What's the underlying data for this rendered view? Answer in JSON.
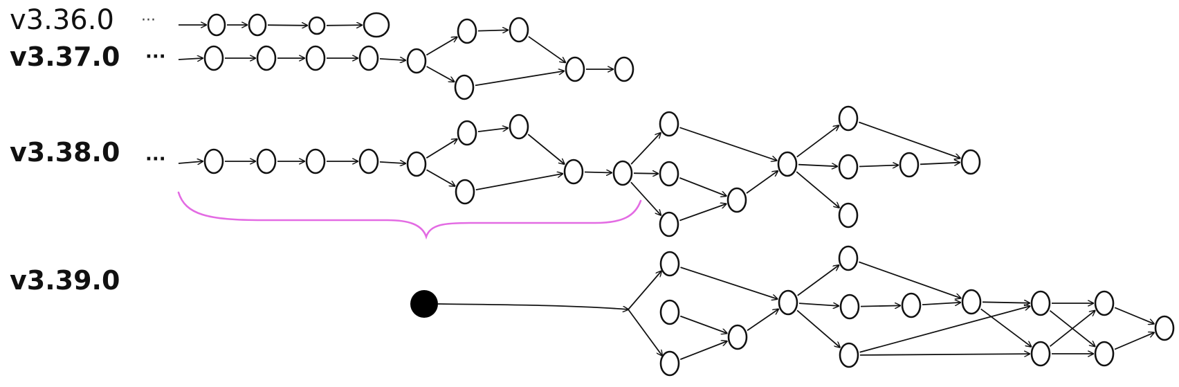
{
  "diagram": {
    "rows": [
      {
        "id": "v3360",
        "label": "v3.36.0",
        "ellipsis": "···"
      },
      {
        "id": "v3370",
        "label": "v3.37.0",
        "ellipsis": "···"
      },
      {
        "id": "v3380",
        "label": "v3.38.0",
        "ellipsis": "···"
      },
      {
        "id": "v3390",
        "label": "v3.39.0",
        "ellipsis": ""
      }
    ],
    "colors": {
      "ink": "#111111",
      "brace": "#e36be3",
      "background": "#ffffff"
    }
  }
}
